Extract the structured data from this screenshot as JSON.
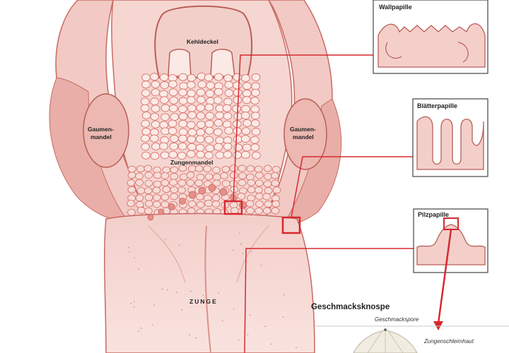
{
  "labels": {
    "kehldeckel": "Kehldeckel",
    "gaumenmandel_left_1": "Gaumen-",
    "gaumenmandel_left_2": "mandel",
    "gaumenmandel_right_1": "Gaumen-",
    "gaumenmandel_right_2": "mandel",
    "zungenmandel": "Zungenmandel",
    "zunge": "ZUNGE"
  },
  "insets": {
    "wallpapille": "Wallpapille",
    "blaetterpapille": "Blätterpapille",
    "pilzpapille": "Pilzpapille"
  },
  "taste_bud": {
    "title": "Geschmacksknospe",
    "pore": "Geschmackspore",
    "mucosa": "Zungenschleimhaut"
  },
  "colors": {
    "accent_red": "#d8282f",
    "tissue_light": "#f7dcd8",
    "tissue_mid": "#eeb7b1",
    "tissue_dark": "#d98a83",
    "outline": "#c86a63"
  }
}
